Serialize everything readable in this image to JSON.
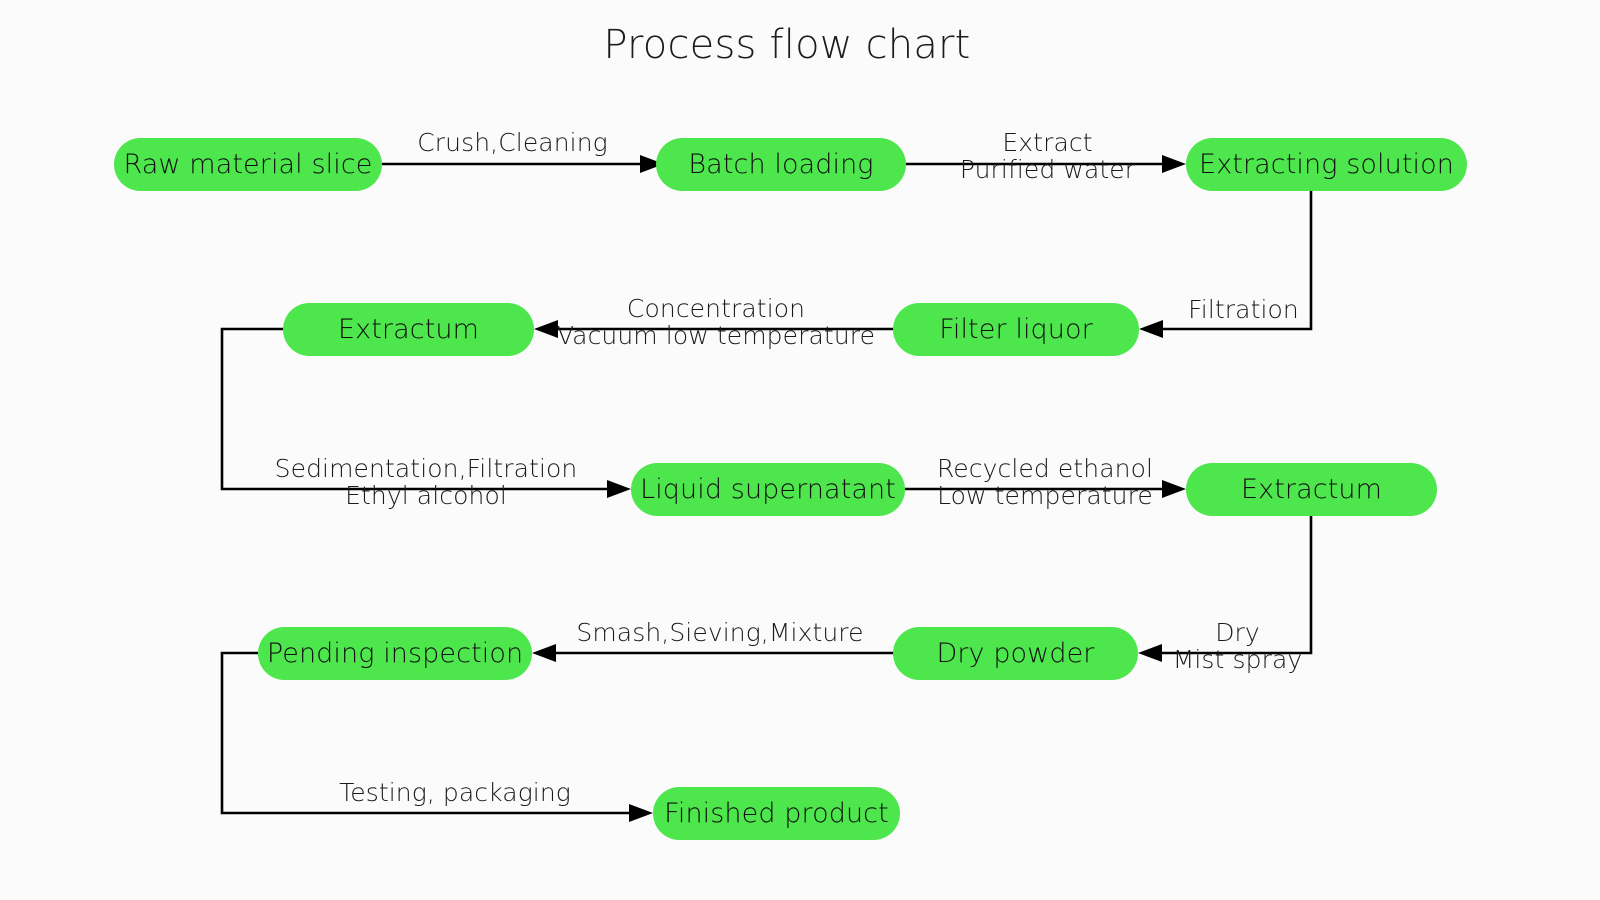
{
  "title": "Process flow chart",
  "colors": {
    "node_fill": "#4de64d",
    "node_text": "#101010",
    "edge_stroke": "#000000",
    "background": "#fbfbfb",
    "title_text": "#1d1d1d"
  },
  "nodes": [
    {
      "id": "raw-material-slice",
      "label": "Raw material slice"
    },
    {
      "id": "batch-loading",
      "label": "Batch loading"
    },
    {
      "id": "extracting-solution",
      "label": "Extracting solution"
    },
    {
      "id": "extractum-1",
      "label": "Extractum"
    },
    {
      "id": "filter-liquor",
      "label": "Filter liquor"
    },
    {
      "id": "liquid-supernatant",
      "label": "Liquid supernatant"
    },
    {
      "id": "extractum-2",
      "label": "Extractum"
    },
    {
      "id": "pending-inspection",
      "label": "Pending inspection"
    },
    {
      "id": "dry-powder",
      "label": "Dry powder"
    },
    {
      "id": "finished-product",
      "label": "Finished product"
    }
  ],
  "edges": [
    {
      "id": "crush-cleaning",
      "from": "raw-material-slice",
      "to": "batch-loading",
      "direction": "right",
      "line1": "Crush,Cleaning",
      "line2": ""
    },
    {
      "id": "extract-purified-water",
      "from": "batch-loading",
      "to": "extracting-solution",
      "direction": "right",
      "line1": "Extract",
      "line2": "Purified water"
    },
    {
      "id": "filtration",
      "from": "extracting-solution",
      "to": "filter-liquor",
      "direction": "left",
      "line1": "Filtration",
      "line2": ""
    },
    {
      "id": "concentration-vacuum",
      "from": "filter-liquor",
      "to": "extractum-1",
      "direction": "left",
      "line1": "Concentration",
      "line2": "Vacuum low temperature"
    },
    {
      "id": "sedimentation-ethyl-alcohol",
      "from": "extractum-1",
      "to": "liquid-supernatant",
      "direction": "right",
      "line1": "Sedimentation,Filtration",
      "line2": "Ethyl alcohol"
    },
    {
      "id": "recycled-ethanol-low-temperature",
      "from": "liquid-supernatant",
      "to": "extractum-2",
      "direction": "right",
      "line1": "Recycled ethanol",
      "line2": "Low temperature"
    },
    {
      "id": "dry-mist-spray",
      "from": "extractum-2",
      "to": "dry-powder",
      "direction": "left",
      "line1": "Dry",
      "line2": "Mist spray"
    },
    {
      "id": "smash-sieving-mixture",
      "from": "dry-powder",
      "to": "pending-inspection",
      "direction": "left",
      "line1": "Smash,Sieving,Mixture",
      "line2": ""
    },
    {
      "id": "testing-packaging",
      "from": "pending-inspection",
      "to": "finished-product",
      "direction": "right",
      "line1": "Testing, packaging",
      "line2": ""
    }
  ]
}
